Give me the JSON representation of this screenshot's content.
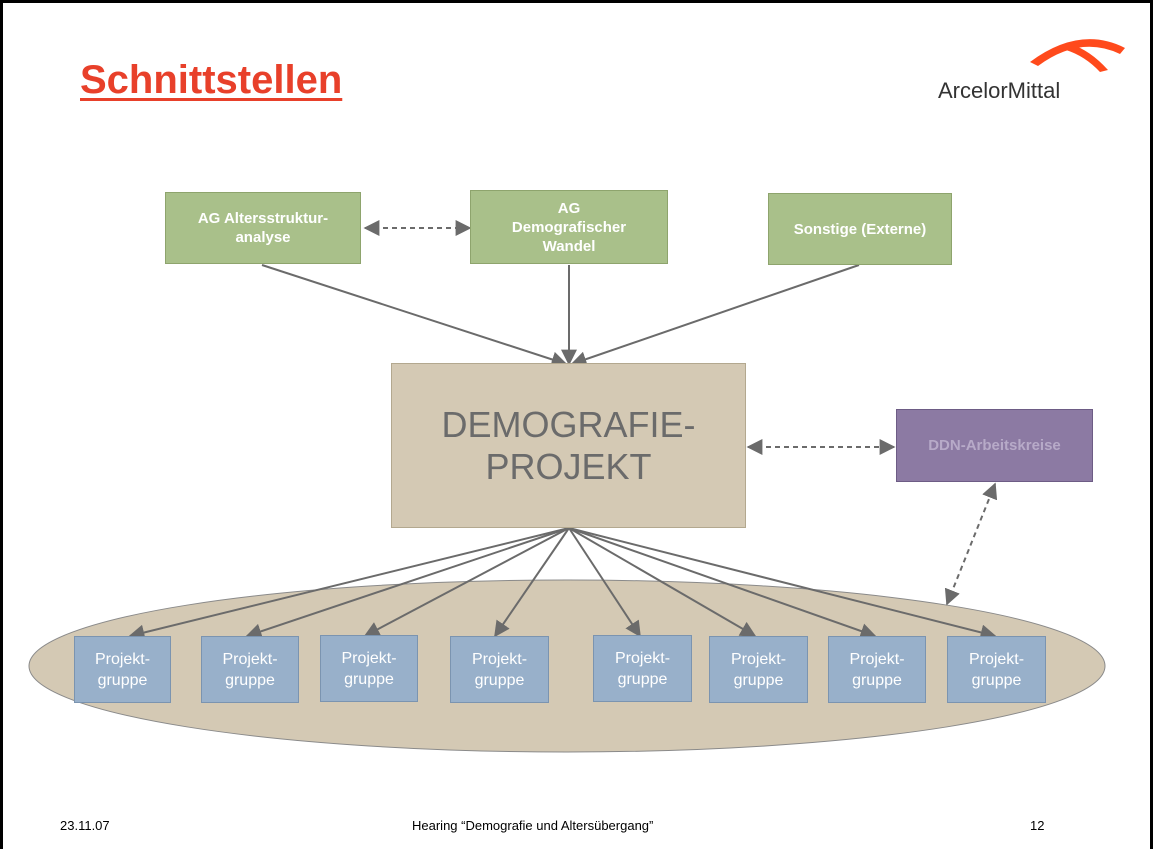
{
  "title": "Schnittstellen",
  "logo": {
    "text": "ArcelorMittal",
    "accent": "#ff4a1c"
  },
  "top_boxes": [
    {
      "label": "AG Altersstruktur-\nanalyse"
    },
    {
      "label": "AG\nDemografischer\nWandel"
    },
    {
      "label": "Sonstige (Externe)"
    }
  ],
  "center_box": {
    "label": "DEMOGRAFIE-\nPROJEKT"
  },
  "side_box": {
    "label": "DDN-Arbeitskreise"
  },
  "project_groups": [
    {
      "label": "Projekt-\ngruppe"
    },
    {
      "label": "Projekt-\ngruppe"
    },
    {
      "label": "Projekt-\ngruppe"
    },
    {
      "label": "Projekt-\ngruppe"
    },
    {
      "label": "Projekt-\ngruppe"
    },
    {
      "label": "Projekt-\ngruppe"
    },
    {
      "label": "Projekt-\ngruppe"
    },
    {
      "label": "Projekt-\ngruppe"
    }
  ],
  "footer": {
    "date": "23.11.07",
    "event": "Hearing “Demografie und Altersübergang”",
    "page": "12"
  },
  "colors": {
    "title": "#e8402a",
    "green_box": "#a9c08a",
    "center_box": "#d4c9b4",
    "purple_box": "#8c7aa3",
    "blue_box": "#98b0ca",
    "ellipse": "#d4c9b4",
    "connector": "#6b6b6b"
  }
}
